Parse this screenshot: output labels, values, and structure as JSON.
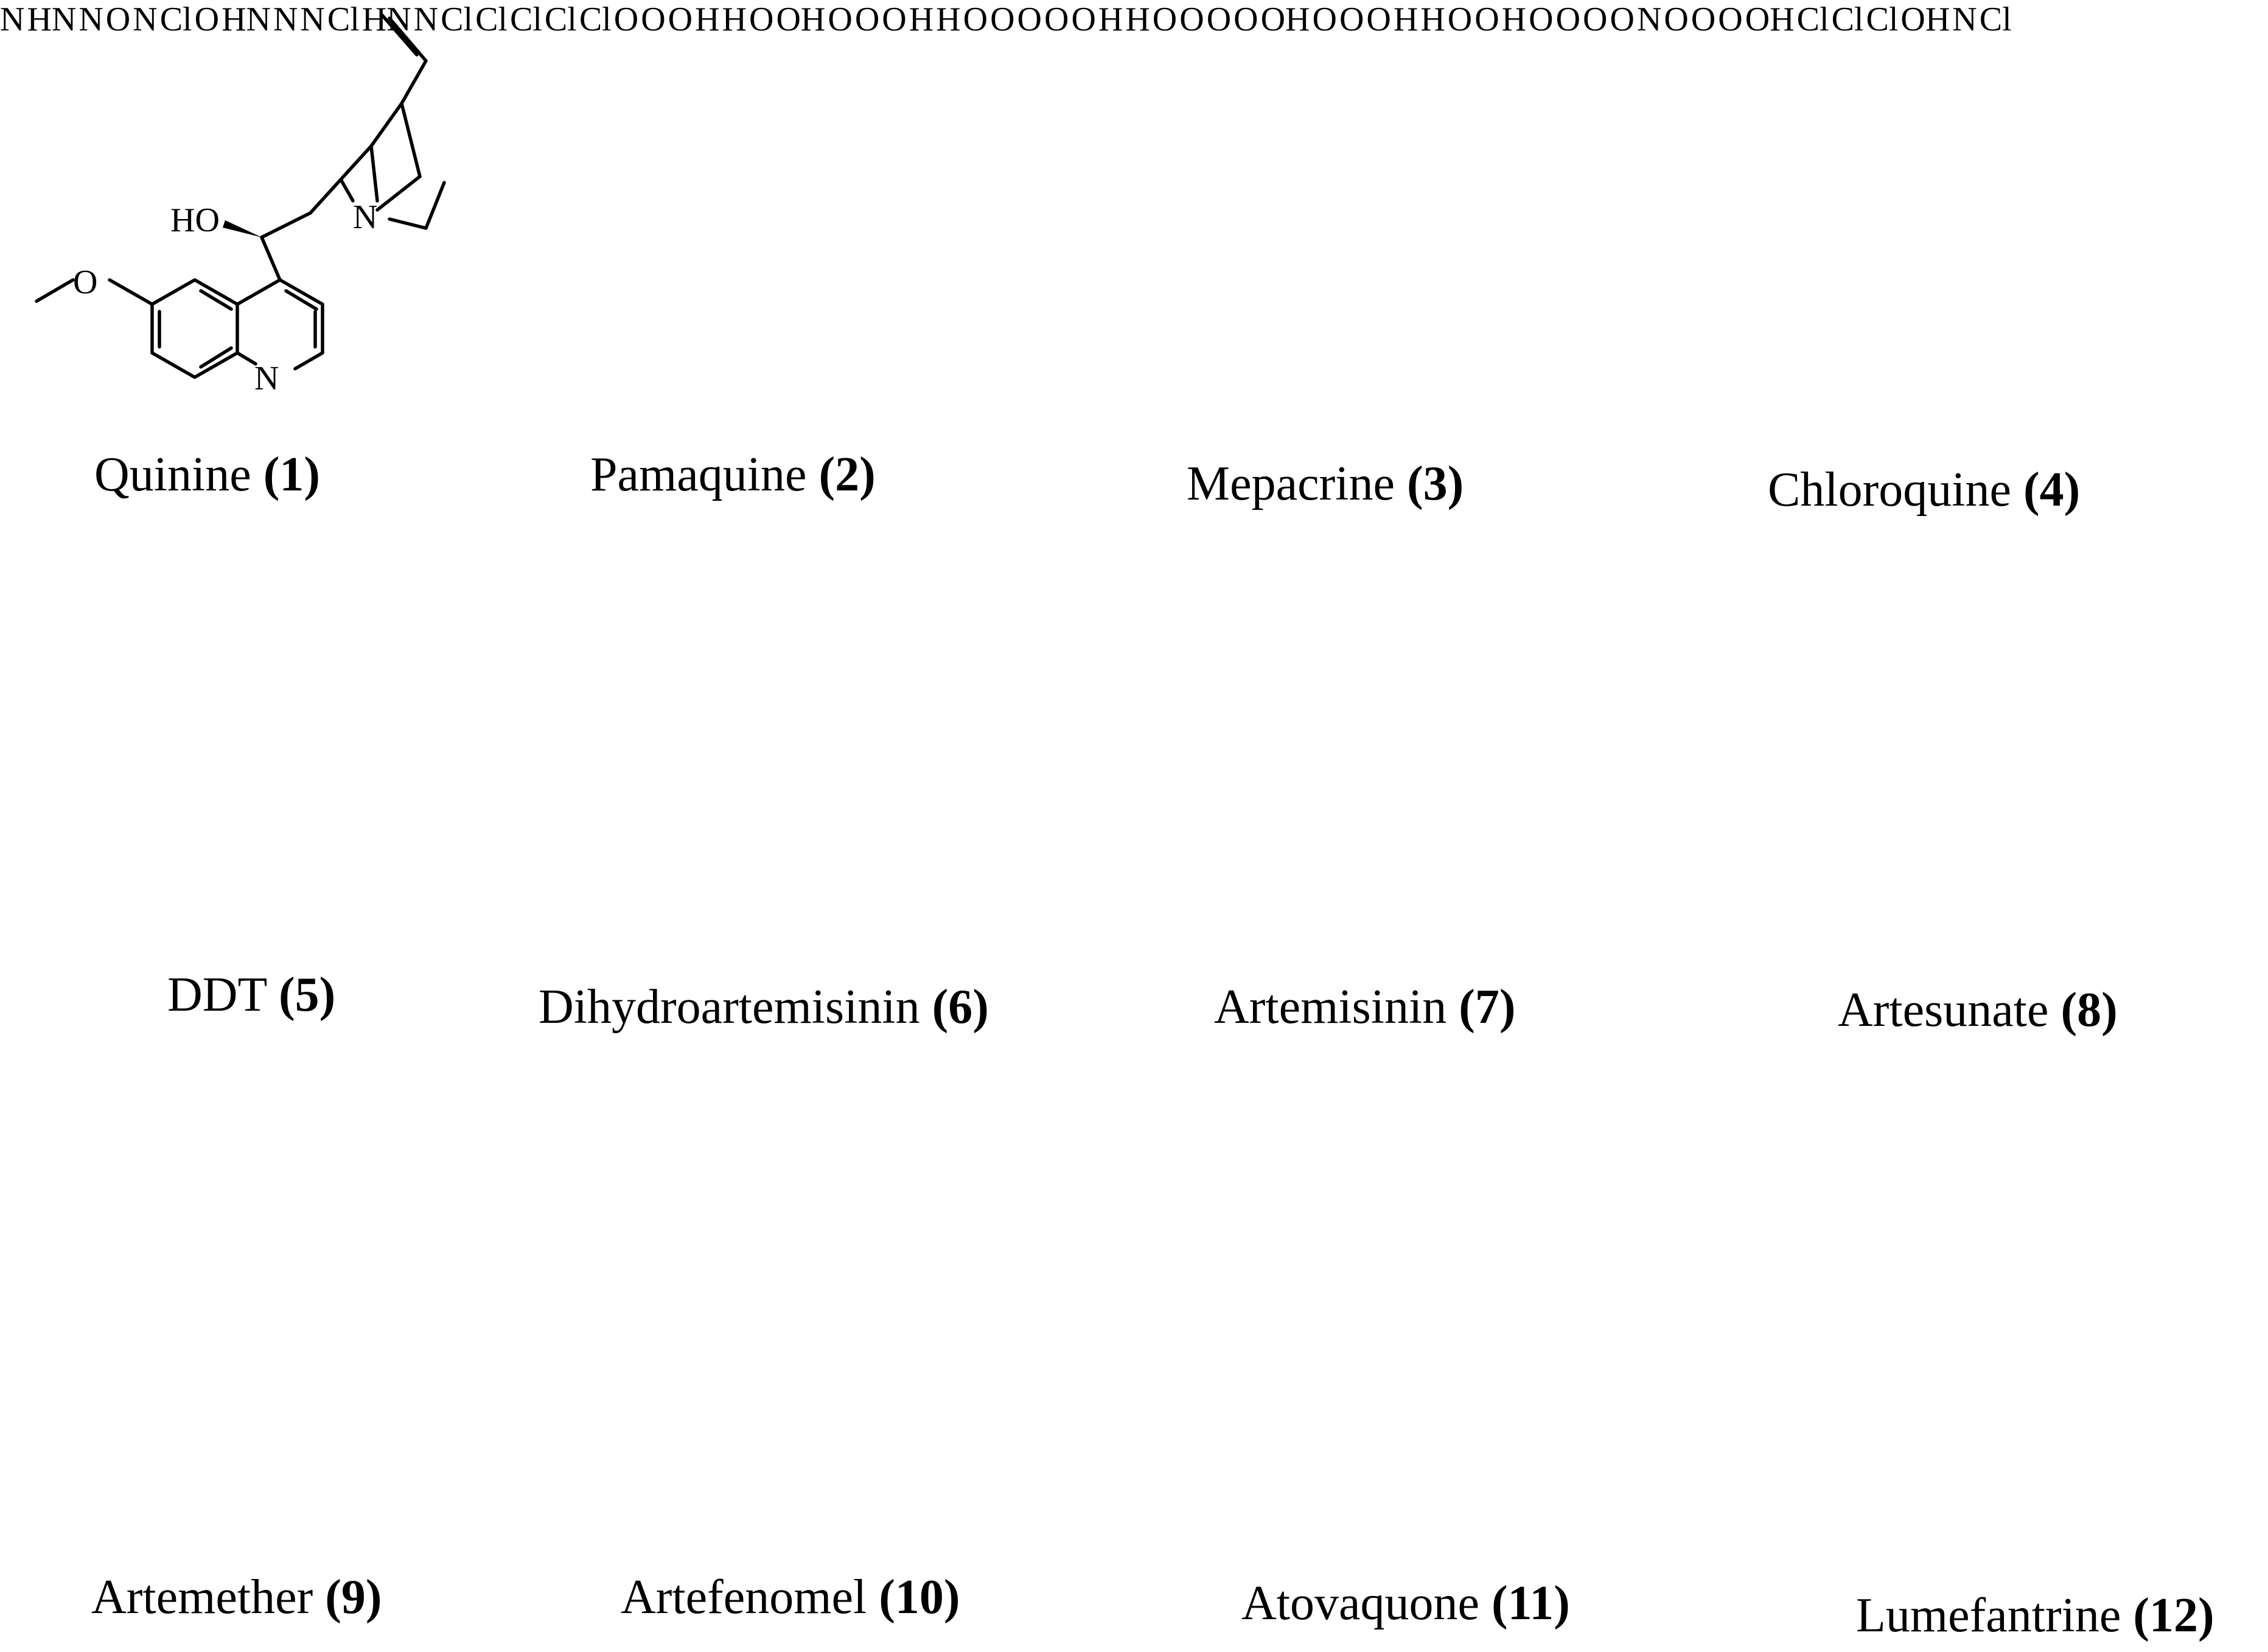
{
  "compounds": [
    {
      "name": "Quinine",
      "num": "(1)"
    },
    {
      "name": "Pamaquine",
      "num": "(2)"
    },
    {
      "name": "Mepacrine",
      "num": "(3)"
    },
    {
      "name": "Chloroquine",
      "num": "(4)"
    },
    {
      "name": "DDT",
      "num": "(5)"
    },
    {
      "name": "Dihydroartemisinin",
      "num": "(6)"
    },
    {
      "name": "Artemisinin",
      "num": "(7)"
    },
    {
      "name": "Artesunate",
      "num": "(8)"
    },
    {
      "name": "Artemether",
      "num": "(9)"
    },
    {
      "name": "Artefenomel",
      "num": "(10)"
    },
    {
      "name": "Atovaquone",
      "num": "(11)"
    },
    {
      "name": "Lumefantrine",
      "num": "(12)"
    }
  ],
  "atom_labels": {
    "HO": "HO",
    "OH": "OH",
    "HN": "HN",
    "N": "N",
    "O": "O",
    "H": "H",
    "Cl": "Cl"
  }
}
